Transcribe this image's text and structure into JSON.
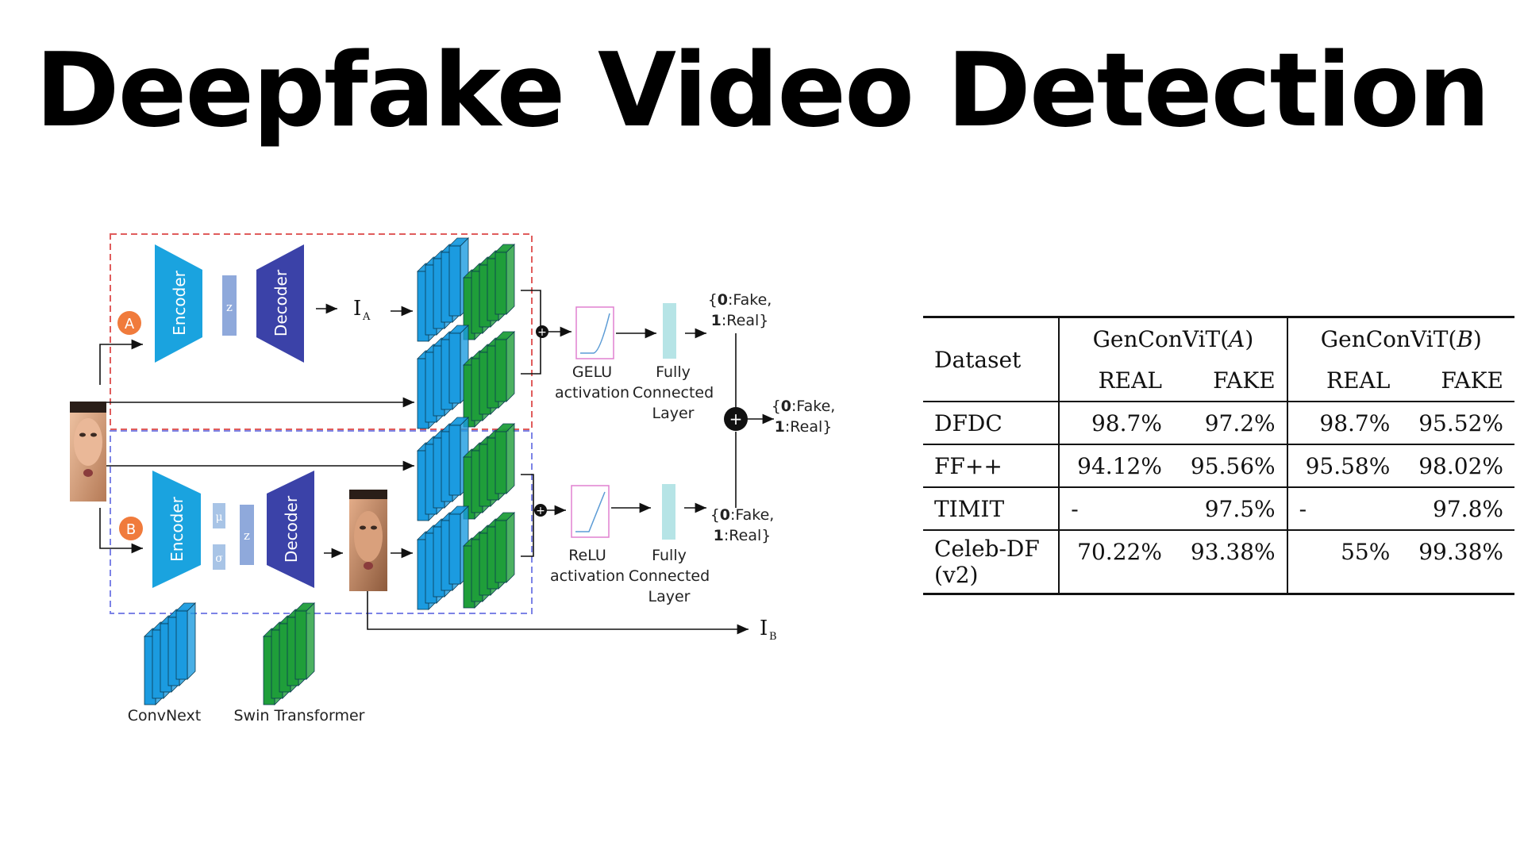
{
  "title": "Deepfake Video Detection",
  "diagram": {
    "encoder": "Encoder",
    "decoder": "Decoder",
    "z": "z",
    "mu": "μ",
    "sigma": "σ",
    "badge_a": "A",
    "badge_b": "B",
    "ia_base": "I",
    "ia_sub": "A",
    "ib_base": "I",
    "ib_sub": "B",
    "activation_a": [
      "GELU",
      "activation"
    ],
    "activation_b": [
      "ReLU",
      "activation"
    ],
    "fc_layer": [
      "Fully",
      "Connected",
      "Layer"
    ],
    "output_a": [
      "{0:Fake,",
      "1:Real}"
    ],
    "output_b": [
      "{0:Fake,",
      "1:Real}"
    ],
    "output_final": [
      "{0:Fake,",
      "1:Real}"
    ],
    "legend_convnext": "ConvNext",
    "legend_swin": "Swin Transformer",
    "colors": {
      "red_box": "#e05c5c",
      "blue_box": "#7c83e6",
      "encoder": "#1aa3df",
      "decoder": "#3b42a8",
      "convnext": "#1b9be0",
      "swin": "#1f9e3a",
      "badge": "#f07b3c",
      "fc": "#b6e4e6",
      "activation_box": "#e080d0"
    },
    "icons": [
      "plus-circle-icon",
      "face-image-icon",
      "arrow-icon"
    ]
  },
  "table": {
    "header_dataset": "Dataset",
    "models": [
      "GenConViT(A)",
      "GenConViT(B)"
    ],
    "model_names": [
      [
        "GenConViT(",
        "A",
        ")"
      ],
      [
        "GenConViT(",
        "B",
        ")"
      ]
    ],
    "subcols": [
      "REAL",
      "FAKE",
      "REAL",
      "FAKE"
    ],
    "rows": [
      {
        "dataset": [
          "DFDC"
        ],
        "values": [
          "98.7%",
          "97.2%",
          "98.7%",
          "95.52%"
        ]
      },
      {
        "dataset": [
          "FF++"
        ],
        "values": [
          "94.12%",
          "95.56%",
          "95.58%",
          "98.02%"
        ]
      },
      {
        "dataset": [
          "TIMIT"
        ],
        "values": [
          "-",
          "97.5%",
          "-",
          "97.8%"
        ]
      },
      {
        "dataset": [
          "Celeb-DF",
          "(v2)"
        ],
        "values": [
          "70.22%",
          "93.38%",
          "55%",
          "99.38%"
        ]
      }
    ]
  }
}
